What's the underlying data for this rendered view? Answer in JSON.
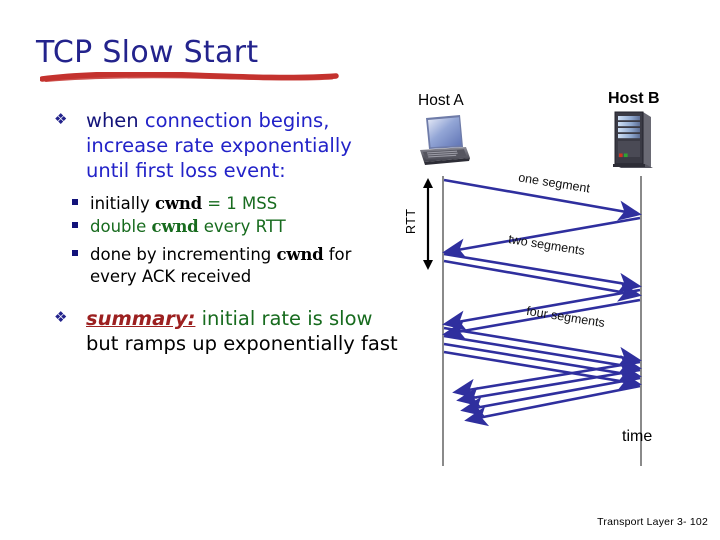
{
  "slide": {
    "title": "TCP Slow Start",
    "footer": "Transport Layer 3- 102"
  },
  "colors": {
    "title_navy": "#23238c",
    "title_underline_red": "#c4322e",
    "body_blue": "#2222c8",
    "body_navy": "#13137a",
    "code_green": "#176b1e",
    "summary_red": "#9c2020",
    "arrow_blue": "#2f2f9e",
    "timeline_gray": "#8a8a8a"
  },
  "content": {
    "bullet1": {
      "marker": "diamond-bullet",
      "lead_word": "when ",
      "rest": "connection begins, increase rate exponentially until first loss event:"
    },
    "sub_bullets": [
      {
        "marker": "square-bullet",
        "parts": [
          {
            "text": "initially ",
            "style": "black"
          },
          {
            "text": "cwnd",
            "style": "mono-black"
          },
          {
            "text": " = 1 MSS",
            "style": "green"
          }
        ]
      },
      {
        "marker": "square-bullet",
        "parts": [
          {
            "text": "double ",
            "style": "green"
          },
          {
            "text": "cwnd",
            "style": "mono-green"
          },
          {
            "text": " every RTT",
            "style": "green"
          }
        ]
      },
      {
        "marker": "square-bullet",
        "parts": [
          {
            "text": "done by incrementing ",
            "style": "black"
          },
          {
            "text": "cwnd",
            "style": "mono-black"
          },
          {
            "text": " for every ACK received",
            "style": "black"
          }
        ]
      }
    ],
    "bullet2": {
      "marker": "diamond-bullet",
      "keyword": "summary:",
      "green_part": " initial rate is slow",
      "black_part": " but ramps up exponentially fast"
    }
  },
  "diagram": {
    "host_a_label": "Host A",
    "host_b_label": "Host B",
    "host_a_icon": "laptop-icon",
    "host_b_icon": "server-rack-icon",
    "rtt_label": "RTT",
    "time_label": "time",
    "segment_labels": {
      "one": "one segment",
      "two": "two segments",
      "four": "four segments"
    },
    "rounds": [
      {
        "name": "round-1",
        "segments": 1
      },
      {
        "name": "round-2",
        "segments": 2
      },
      {
        "name": "round-3",
        "segments": 4
      }
    ]
  }
}
